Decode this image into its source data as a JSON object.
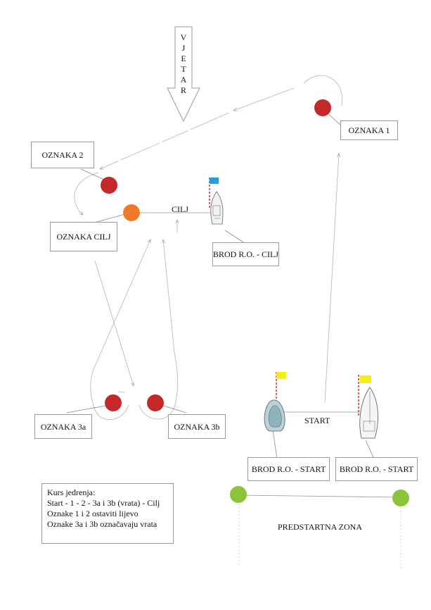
{
  "wind": {
    "letters": [
      "V",
      "J",
      "E",
      "T",
      "A",
      "R"
    ]
  },
  "marks": {
    "oznaka_1": "OZNAKA 1",
    "oznaka_2": "OZNAKA 2",
    "oznaka_cilj": "OZNAKA CILJ",
    "oznaka_3a": "OZNAKA 3a",
    "oznaka_3b": "OZNAKA 3b"
  },
  "boats": {
    "finish": "BROD R.O. - CILJ",
    "start_left": "BROD R.O. - START",
    "start_right": "BROD R.O. - START"
  },
  "lines": {
    "finish": "CILJ",
    "start": "START",
    "prestart_zone": "PREDSTARTNA ZONA"
  },
  "legend": {
    "lines": [
      "Kurs jedrenja:",
      "Start - 1 - 2 - 3a i 3b (vrata) - Cilj",
      "Oznake 1 i 2 ostaviti lijevo",
      "Oznake 3a i 3b označavaju vrata"
    ]
  },
  "colors": {
    "buoy_red": "#c4282b",
    "buoy_orange": "#f07a2a",
    "buoy_green": "#8bc43a",
    "flag_blue": "#2f9bd6",
    "flag_yellow": "#f2ee1a"
  }
}
